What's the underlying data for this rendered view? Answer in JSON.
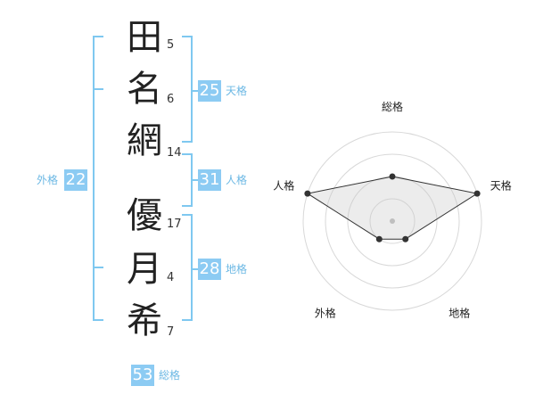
{
  "colors": {
    "accent": "#7fc8f0",
    "box_fill": "#8ccbf3",
    "label_text": "#6cb8e4"
  },
  "name_chars": [
    {
      "char": "田",
      "strokes": "5"
    },
    {
      "char": "名",
      "strokes": "6"
    },
    {
      "char": "網",
      "strokes": "14"
    },
    {
      "char": "優",
      "strokes": "17"
    },
    {
      "char": "月",
      "strokes": "4"
    },
    {
      "char": "希",
      "strokes": "7"
    }
  ],
  "kaku": {
    "ten": {
      "value": "25",
      "label": "天格"
    },
    "jin": {
      "value": "31",
      "label": "人格"
    },
    "chi": {
      "value": "28",
      "label": "地格"
    },
    "gai": {
      "value": "22",
      "label": "外格"
    },
    "so": {
      "value": "53",
      "label": "総格"
    }
  },
  "radar": {
    "axes": [
      "総格",
      "天格",
      "地格",
      "外格",
      "人格"
    ],
    "levels": 4,
    "values": [
      2,
      4,
      1,
      1,
      4
    ]
  }
}
